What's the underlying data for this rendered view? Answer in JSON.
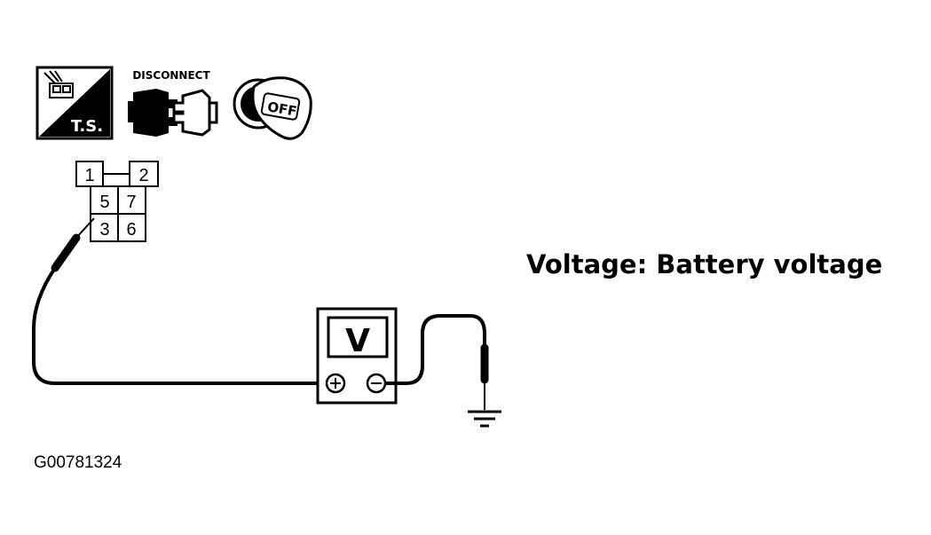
{
  "icons": {
    "ts_label": "T.S.",
    "disconnect_label": "DISCONNECT",
    "ignition_label": "OFF"
  },
  "connector": {
    "pins": [
      "1",
      "2",
      "5",
      "7",
      "3",
      "6"
    ]
  },
  "meter": {
    "unit": "V",
    "positive_symbol": "+",
    "negative_symbol": "−"
  },
  "result": {
    "text": "Voltage: Battery voltage"
  },
  "figure_id": "G00781324",
  "colors": {
    "ink": "#000000",
    "background": "#ffffff"
  }
}
